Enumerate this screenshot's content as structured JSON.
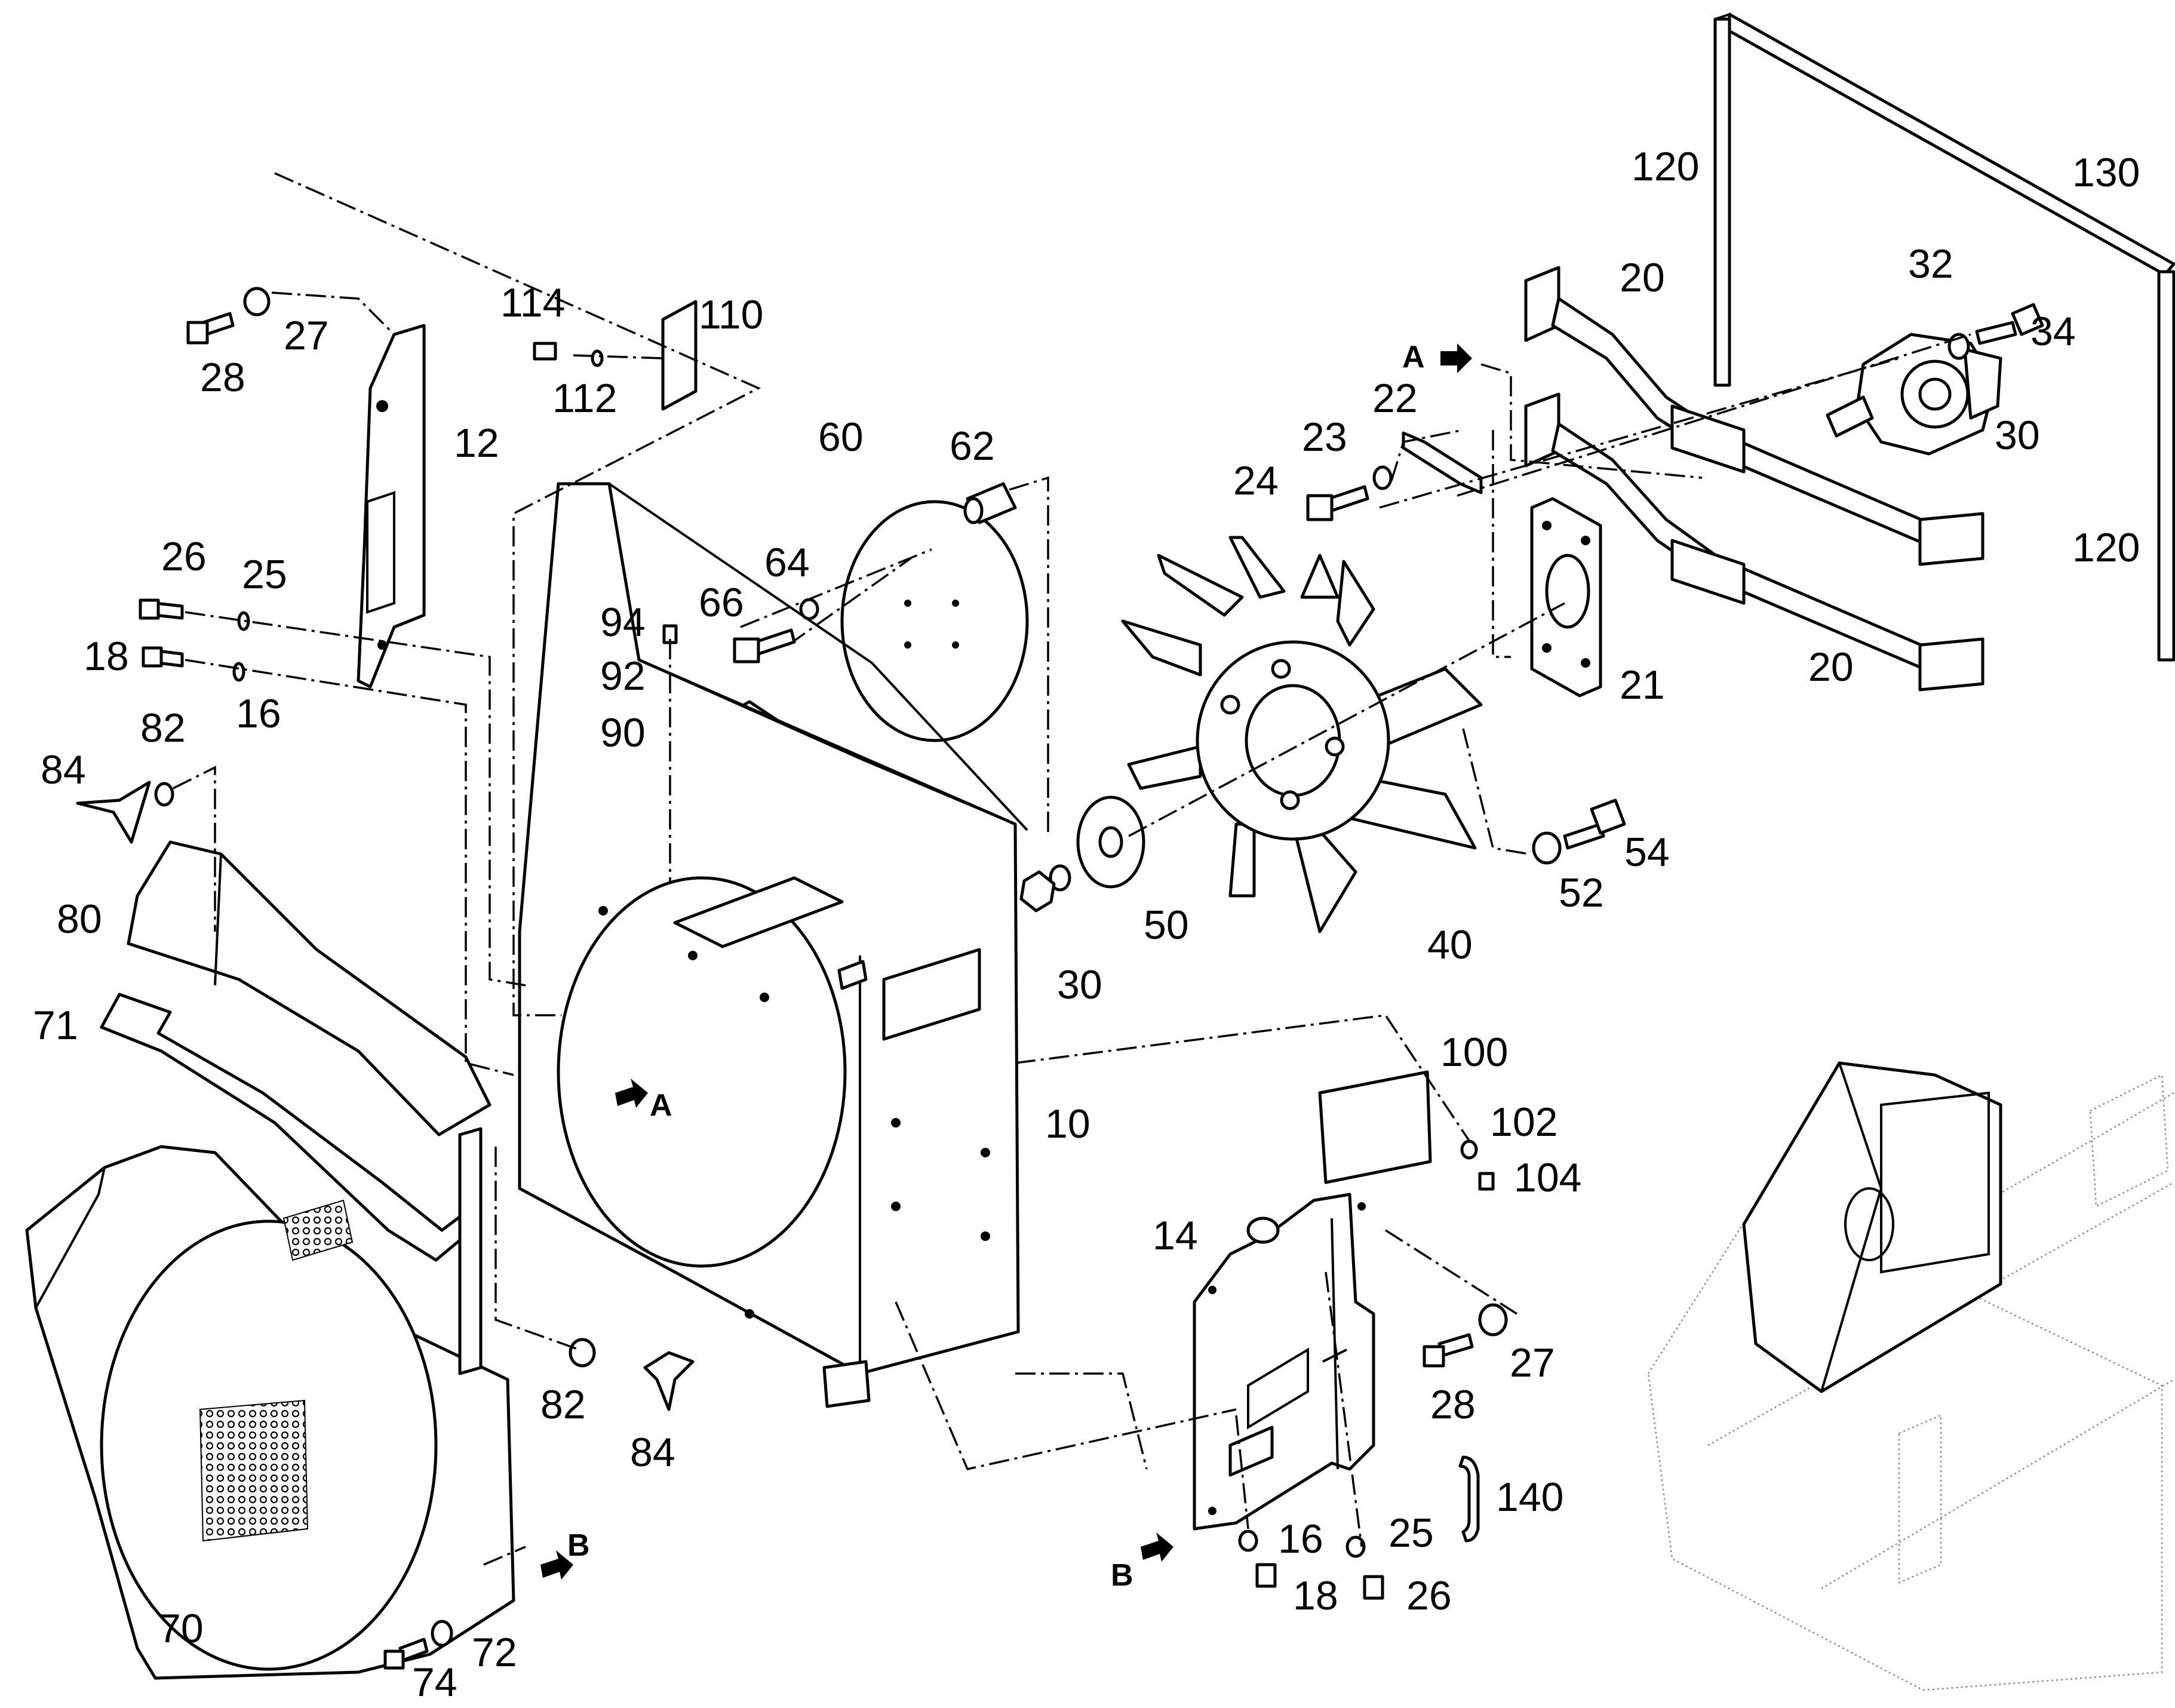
{
  "diagram": {
    "callouts": [
      {
        "id": "c120a",
        "text": "120"
      },
      {
        "id": "c130",
        "text": "130"
      },
      {
        "id": "c120b",
        "text": "120"
      },
      {
        "id": "c20a",
        "text": "20"
      },
      {
        "id": "c20b",
        "text": "20"
      },
      {
        "id": "c32",
        "text": "32"
      },
      {
        "id": "c34",
        "text": "34"
      },
      {
        "id": "c30a",
        "text": "30"
      },
      {
        "id": "c22",
        "text": "22"
      },
      {
        "id": "c23",
        "text": "23"
      },
      {
        "id": "c24",
        "text": "24"
      },
      {
        "id": "c21",
        "text": "21"
      },
      {
        "id": "c114",
        "text": "114"
      },
      {
        "id": "c110",
        "text": "110"
      },
      {
        "id": "c112",
        "text": "112"
      },
      {
        "id": "c27a",
        "text": "27"
      },
      {
        "id": "c28a",
        "text": "28"
      },
      {
        "id": "c12",
        "text": "12"
      },
      {
        "id": "c60",
        "text": "60"
      },
      {
        "id": "c62",
        "text": "62"
      },
      {
        "id": "c64",
        "text": "64"
      },
      {
        "id": "c66",
        "text": "66"
      },
      {
        "id": "c94",
        "text": "94"
      },
      {
        "id": "c92",
        "text": "92"
      },
      {
        "id": "c90",
        "text": "90"
      },
      {
        "id": "c26a",
        "text": "26"
      },
      {
        "id": "c25a",
        "text": "25"
      },
      {
        "id": "c18a",
        "text": "18"
      },
      {
        "id": "c16a",
        "text": "16"
      },
      {
        "id": "c82a",
        "text": "82"
      },
      {
        "id": "c84a",
        "text": "84"
      },
      {
        "id": "c80",
        "text": "80"
      },
      {
        "id": "c71",
        "text": "71"
      },
      {
        "id": "c54",
        "text": "54"
      },
      {
        "id": "c52",
        "text": "52"
      },
      {
        "id": "c50",
        "text": "50"
      },
      {
        "id": "c40",
        "text": "40"
      },
      {
        "id": "c30b",
        "text": "30"
      },
      {
        "id": "c10",
        "text": "10"
      },
      {
        "id": "c100",
        "text": "100"
      },
      {
        "id": "c102",
        "text": "102"
      },
      {
        "id": "c104",
        "text": "104"
      },
      {
        "id": "c14",
        "text": "14"
      },
      {
        "id": "c27b",
        "text": "27"
      },
      {
        "id": "c28b",
        "text": "28"
      },
      {
        "id": "c140",
        "text": "140"
      },
      {
        "id": "c16b",
        "text": "16"
      },
      {
        "id": "c25b",
        "text": "25"
      },
      {
        "id": "c18b",
        "text": "18"
      },
      {
        "id": "c26b",
        "text": "26"
      },
      {
        "id": "c82b",
        "text": "82"
      },
      {
        "id": "c84b",
        "text": "84"
      },
      {
        "id": "c70",
        "text": "70"
      },
      {
        "id": "c72",
        "text": "72"
      },
      {
        "id": "c74",
        "text": "74"
      }
    ],
    "markers": [
      {
        "id": "mA1",
        "text": "A"
      },
      {
        "id": "mA2",
        "text": "A"
      },
      {
        "id": "mB1",
        "text": "B"
      },
      {
        "id": "mB2",
        "text": "B"
      }
    ]
  },
  "icons": {
    "marker_arrow": "arrow-right-icon"
  }
}
